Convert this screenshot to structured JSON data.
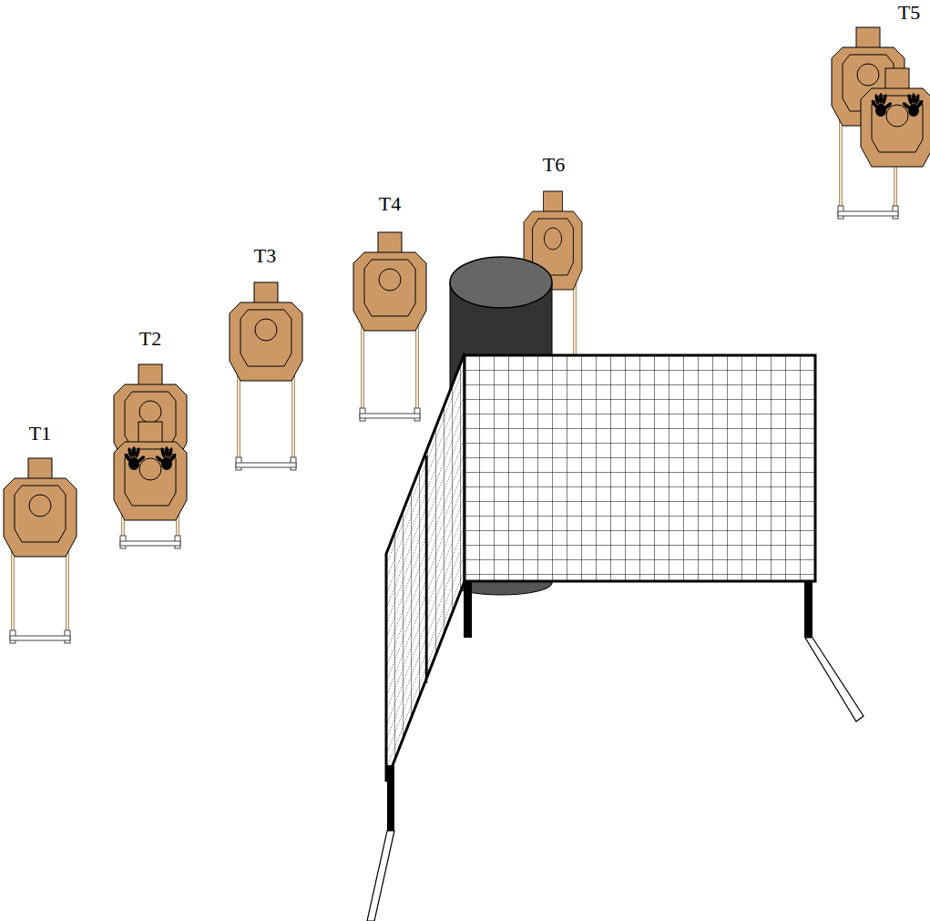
{
  "diagram": {
    "labels": [
      "T1",
      "T2",
      "T3",
      "T4",
      "T5",
      "T6"
    ]
  }
}
